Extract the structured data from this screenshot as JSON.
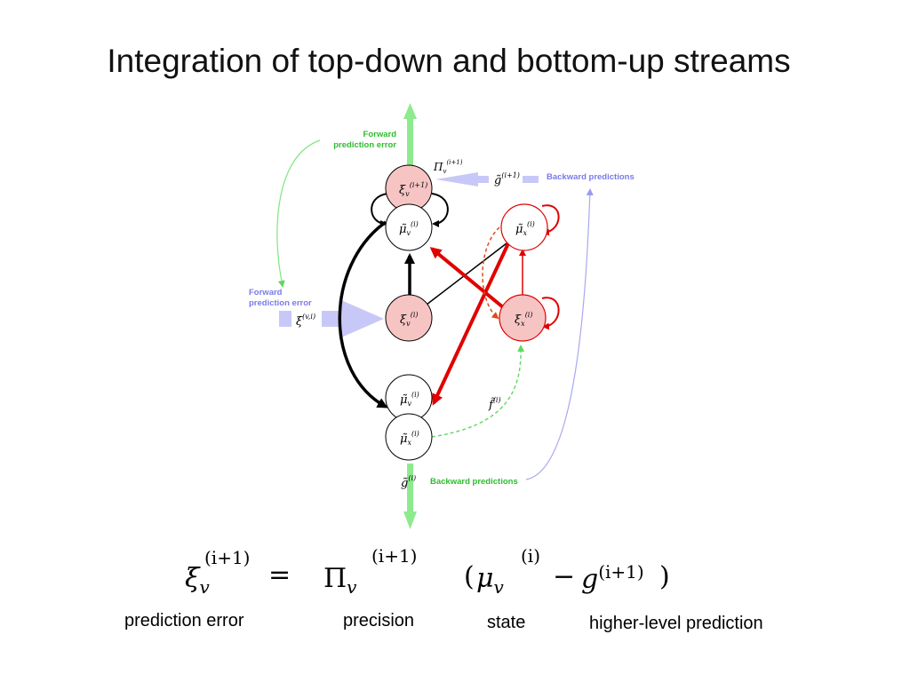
{
  "title": "Integration of top-down and bottom-up streams",
  "diagram": {
    "labels": {
      "forward_top_l1": "Forward",
      "forward_top_l2": "prediction error",
      "forward_left_l1": "Forward",
      "forward_left_l2": "prediction error",
      "backward_top": "Backward predictions",
      "backward_bottom": "Backward predictions"
    },
    "nodes": {
      "xi_v_upper": {
        "sym": "ξ",
        "sub": "v",
        "sup": "(i+1)"
      },
      "mu_v_upper": {
        "sym": "μ̃",
        "sub": "v",
        "sup": "(i)"
      },
      "xi_v_mid": {
        "sym": "ξ",
        "sub": "v",
        "sup": "(i)"
      },
      "mu_v_lower": {
        "sym": "μ̃",
        "sub": "v",
        "sup": "(i)"
      },
      "mu_x_lower": {
        "sym": "μ̃",
        "sub": "x",
        "sup": "(i)"
      },
      "mu_x_right": {
        "sym": "μ̃",
        "sub": "x",
        "sup": "(i)"
      },
      "xi_x_right": {
        "sym": "ξ",
        "sub": "x",
        "sup": "(i)"
      }
    },
    "symbols": {
      "pi": {
        "sym": "Π",
        "sub": "v",
        "sup": "(i+1)"
      },
      "g_top": {
        "sym": "g̃",
        "sup": "(i+1)"
      },
      "xi_input": {
        "sym": "ξ",
        "sup": "(v,i)"
      },
      "f": {
        "sym": "f̃",
        "sup": "(i)"
      },
      "g_bottom": {
        "sym": "g̃",
        "sup": "(i)"
      }
    },
    "colors": {
      "error_node_fill": "#f7c4c4",
      "red_arrow": "#e00000",
      "green": "#7ee67e",
      "blue": "#c8c8f8"
    }
  },
  "equation": {
    "xi": "ξ",
    "xi_sub": "v",
    "xi_sup": "(i+1)",
    "eq": "=",
    "pi": "Π",
    "pi_sub": "v",
    "pi_sup": "(i+1)",
    "lparen": "(",
    "mu": "μ",
    "mu_sub": "v",
    "mu_sup": "(i)",
    "minus": "−",
    "g": "g",
    "g_sup": "(i+1)",
    "rparen": ")"
  },
  "captions": {
    "prediction_error": "prediction error",
    "precision": "precision",
    "state": "state",
    "higher_level_prediction": "higher-level prediction"
  }
}
